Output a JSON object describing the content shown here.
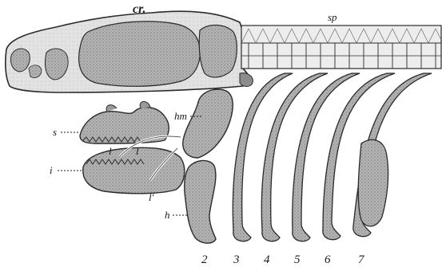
{
  "figure": {
    "labels": {
      "cranium": "cr.",
      "spine": "sp",
      "hyomandibular": "hm",
      "upper_jaw": "s",
      "lower_jaw": "i",
      "labial_1": "l",
      "labial_2": "l",
      "labial_3": "l'",
      "hyoid": "h"
    },
    "arches": [
      "2",
      "3",
      "4",
      "5",
      "6",
      "7"
    ]
  }
}
